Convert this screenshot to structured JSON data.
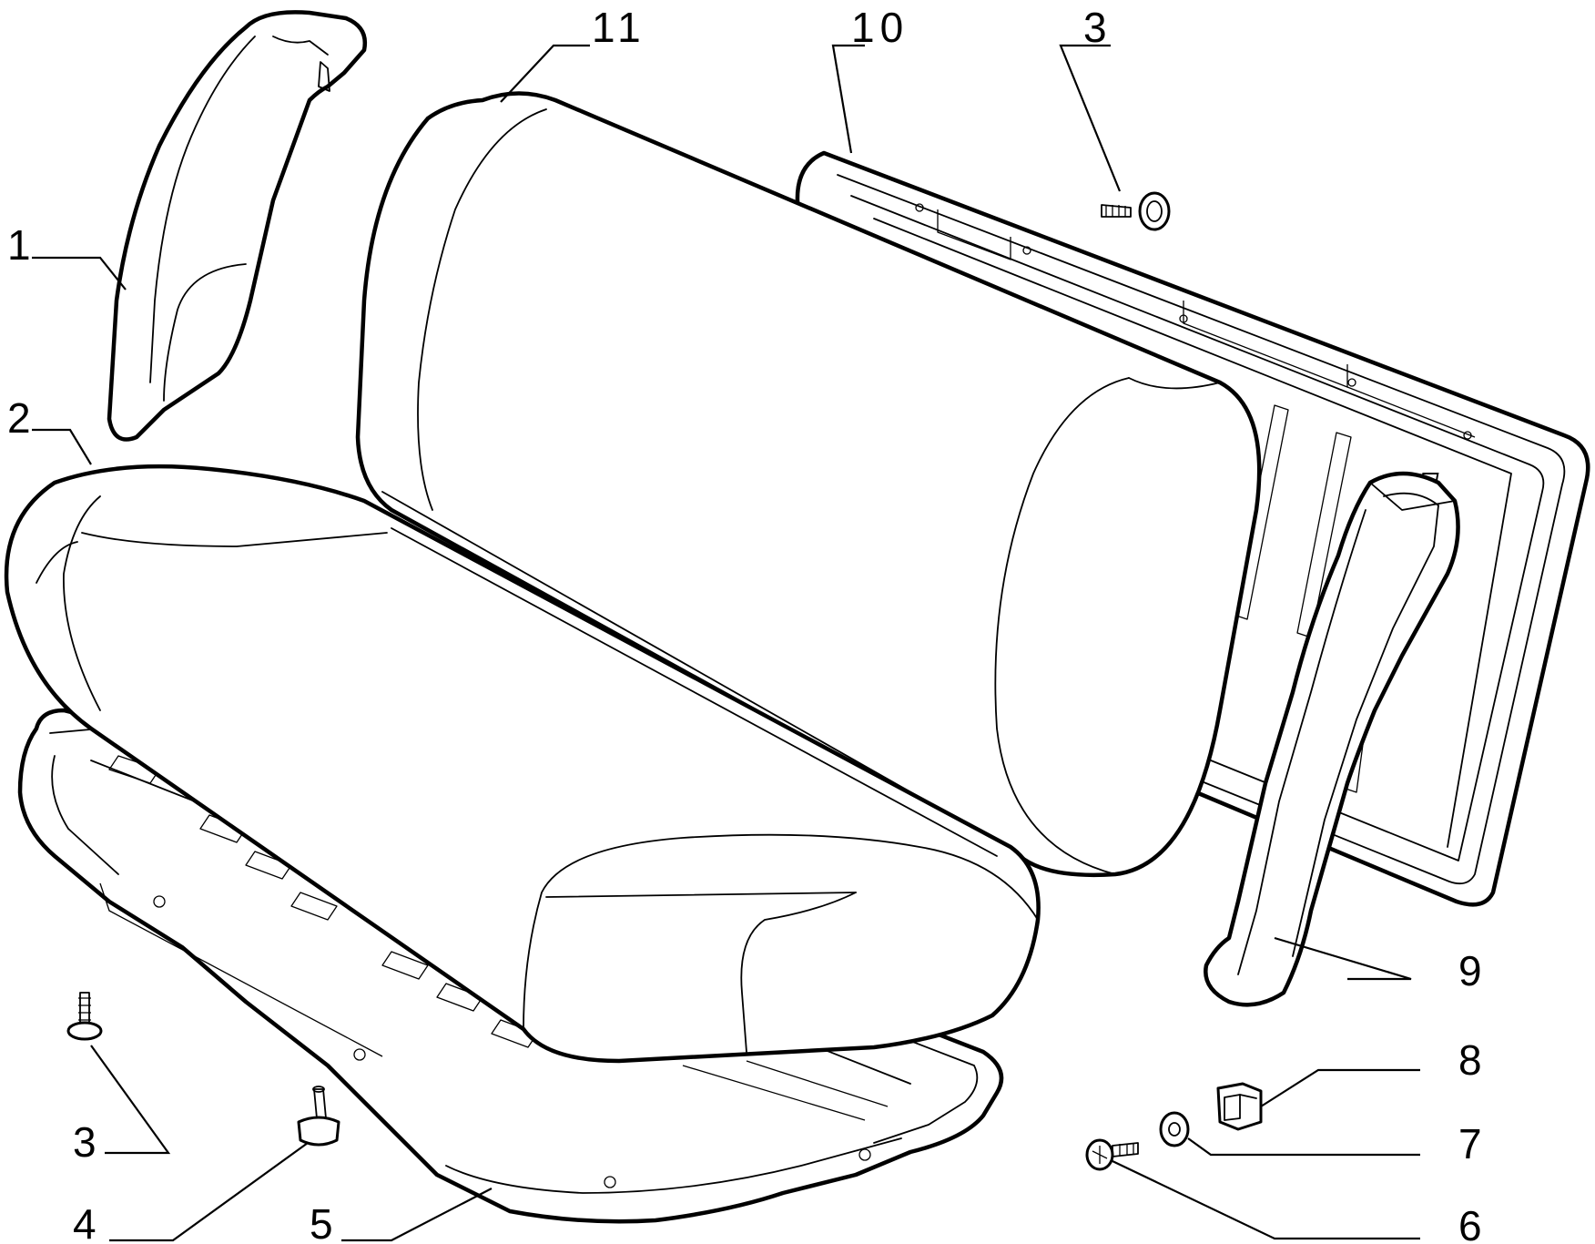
{
  "callouts": {
    "c1": "1",
    "c2": "2",
    "c3_left": "3",
    "c3_top": "3",
    "c4": "4",
    "c5": "5",
    "c6": "6",
    "c7": "7",
    "c8": "8",
    "c9": "9",
    "c10": "10",
    "c11": "11"
  }
}
